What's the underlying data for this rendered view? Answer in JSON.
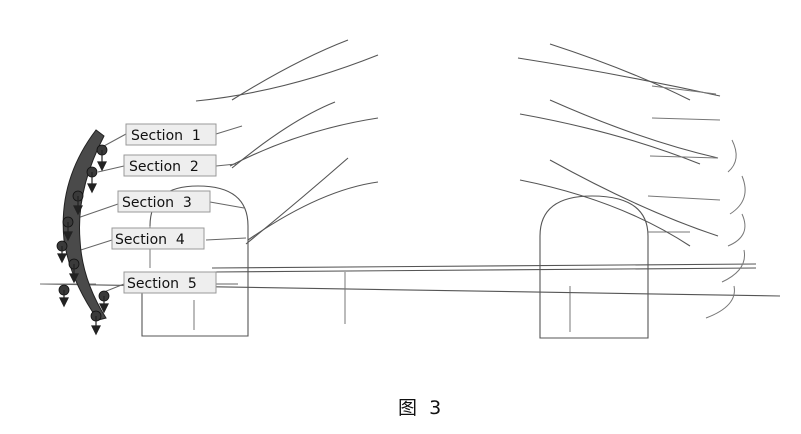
{
  "sections": [
    {
      "label": "Section  1"
    },
    {
      "label": "Section  2"
    },
    {
      "label": "Section  3"
    },
    {
      "label": "Section  4"
    },
    {
      "label": "Section  5"
    }
  ],
  "caption": "图  3",
  "colors": {
    "line": "#555555",
    "profile_fill": "#4a4a4a",
    "label_bg": "#eeeeee"
  },
  "icons": [
    "profile-handle-icon"
  ]
}
